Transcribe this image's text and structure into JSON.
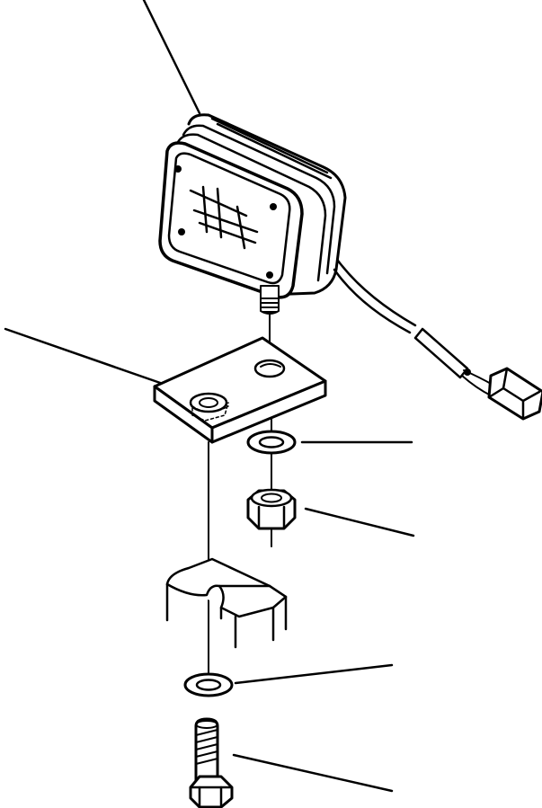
{
  "diagram": {
    "type": "exploded-parts-diagram",
    "colors": {
      "line": "#000000",
      "background": "#ffffff"
    },
    "parts": [
      {
        "id": "work-lamp"
      },
      {
        "id": "mounting-plate"
      },
      {
        "id": "washer-upper"
      },
      {
        "id": "nut"
      },
      {
        "id": "bracket"
      },
      {
        "id": "washer-lower"
      },
      {
        "id": "bolt"
      }
    ],
    "connector": {
      "id": "wire-connector"
    }
  }
}
